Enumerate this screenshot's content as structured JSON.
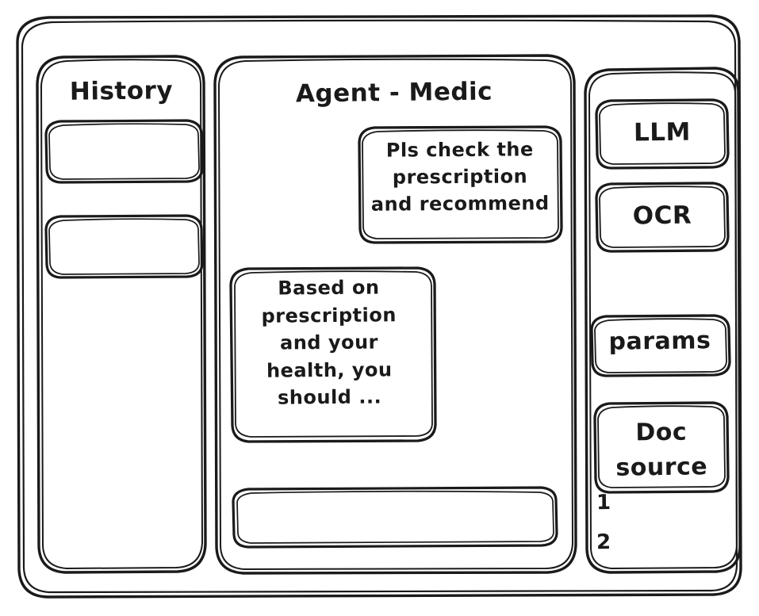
{
  "window": {
    "style": "hand-drawn-wireframe-sketch",
    "ink_color": "#1a1a1a",
    "background_color": "#ffffff"
  },
  "sidebar": {
    "title": "History",
    "items": [
      {
        "label": ""
      },
      {
        "label": ""
      }
    ]
  },
  "main": {
    "title": "Agent - Medic",
    "messages": [
      {
        "role": "user",
        "text": "Pls check the\nprescription\nand recommend"
      },
      {
        "role": "assistant",
        "text": "Based on\nprescription\nand your\nhealth, you\nshould ..."
      }
    ],
    "composer": {
      "value": "",
      "placeholder": ""
    }
  },
  "tools": {
    "buttons": [
      {
        "label": "LLM"
      },
      {
        "label": "OCR"
      },
      {
        "label": "params"
      }
    ],
    "doc_source": {
      "label": "Doc\nsource",
      "items": [
        {
          "label": "1"
        },
        {
          "label": "2"
        }
      ]
    }
  }
}
